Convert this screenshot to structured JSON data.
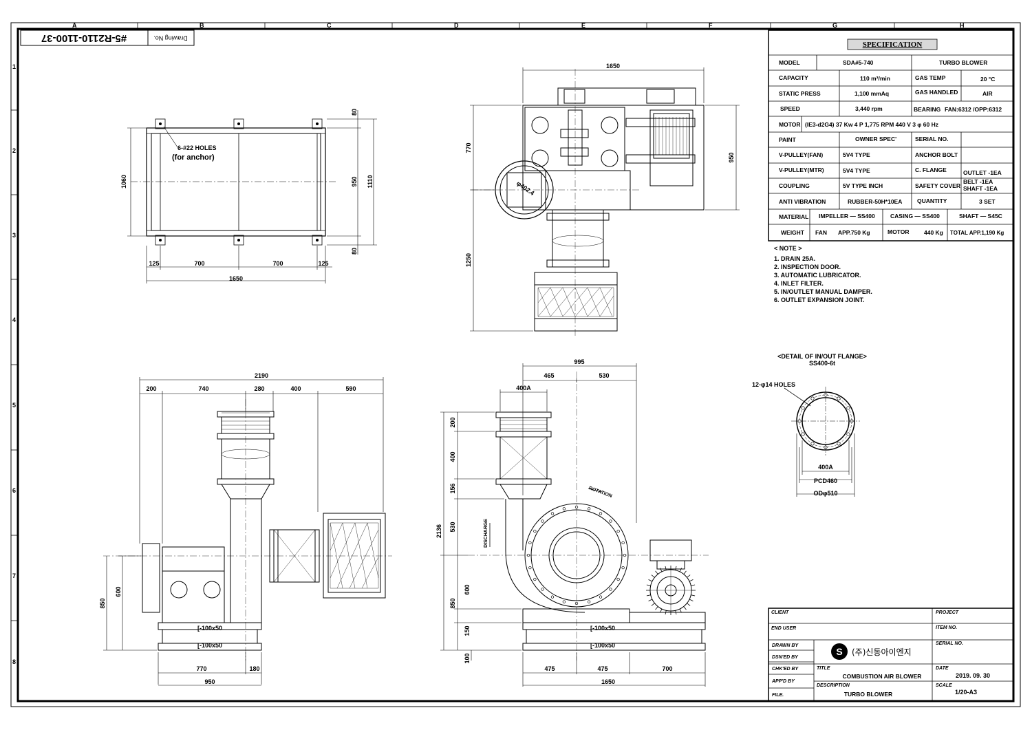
{
  "drawing": {
    "no_label": "Drawing No.",
    "no_value": "#5-R2110-1100-37"
  },
  "border": {
    "cols": [
      "A",
      "B",
      "C",
      "D",
      "E",
      "F",
      "G",
      "H"
    ],
    "rows": [
      "1",
      "2",
      "3",
      "4",
      "5",
      "6",
      "7",
      "8"
    ]
  },
  "spec": {
    "title": "SPECIFICATION",
    "model_label": "MODEL",
    "model_value": "SDA#5-740",
    "model_type": "TURBO BLOWER",
    "capacity_label": "CAPACITY",
    "capacity_value": "110  m³/min",
    "gas_temp_label": "GAS TEMP",
    "gas_temp_value": "20 °C",
    "static_label": "STATIC PRESS",
    "static_value": "1,100  mmAq",
    "gas_handled_label": "GAS HANDLED",
    "gas_handled_value": "AIR",
    "speed_label": "SPEED",
    "speed_value": "3,440  rpm",
    "bearing_label": "BEARING",
    "bearing_value": "FAN:6312 /OPP:6312",
    "motor_label": "MOTOR",
    "motor_value": "(IE3-d2G4)     37  Kw    4  P    1,775 RPM   440  V    3 φ    60 Hz",
    "paint_label": "PAINT",
    "paint_value": "OWNER SPEC'",
    "serial_label": "SERIAL NO.",
    "vpulley_fan_label": "V-PULLEY(FAN)",
    "vpulley_fan_value": "5V4 TYPE",
    "anchor_label": "ANCHOR BOLT",
    "vpulley_mtr_label": "V-PULLEY(MTR)",
    "vpulley_mtr_value": "5V4 TYPE",
    "cflange_label": "C. FLANGE",
    "cflange_value": "OUTLET -1EA",
    "coupling_label": "COUPLING",
    "coupling_value": "5V  TYPE     INCH",
    "safety_label": "SAFETY COVER",
    "safety_value1": "BELT -1EA",
    "safety_value2": "SHAFT -1EA",
    "antivib_label": "ANTI VIBRATION",
    "antivib_value": "RUBBER-50H*10EA",
    "quantity_label": "QUANTITY",
    "quantity_value": "3 SET",
    "material_label": "MATERIAL",
    "material_impeller": "IMPELLER — SS400",
    "material_casing": "CASING — SS400",
    "material_shaft": "SHAFT — S45C",
    "weight_label": "WEIGHT",
    "weight_fan_label": "FAN",
    "weight_fan_value": "APP.750  Kg",
    "weight_motor_label": "MOTOR",
    "weight_motor_value": "440 Kg",
    "weight_total": "TOTAL APP.1,190 Kg"
  },
  "notes": {
    "header": "< NOTE >",
    "items": [
      "1.  DRAIN  25A.",
      "2.  INSPECTION  DOOR.",
      "3.  AUTOMATIC  LUBRICATOR.",
      "4.  INLET  FILTER.",
      "5.  IN/OUTLET  MANUAL  DAMPER.",
      "6.  OUTLET  EXPANSION  JOINT."
    ]
  },
  "flange_detail": {
    "title": "<DETAIL OF IN/OUT FLANGE>",
    "subtitle": "SS400-6t",
    "holes": "12-φ14  HOLES",
    "inner": "400A",
    "pcd": "PCD460",
    "od": "ODφ510"
  },
  "base_view": {
    "holes": "6-#22  HOLES",
    "holes_note": "(for anchor)",
    "d_total_w": "1650",
    "d_seg1": "125",
    "d_seg2": "700",
    "d_seg3": "700",
    "d_seg4": "125",
    "d_h_left": "1060",
    "d_h_inner": "950",
    "d_h_total": "1110",
    "d_h_top": "80",
    "d_h_bot": "80"
  },
  "top_view": {
    "d_w": "1650",
    "d_h_upper": "770",
    "d_h_lower": "1250",
    "d_h_right": "950",
    "d_inlet": "φ402.4"
  },
  "side_view": {
    "d_total": "2190",
    "d_a": "200",
    "d_b": "740",
    "d_c": "280",
    "d_d": "400",
    "d_e": "590",
    "d_h1": "850",
    "d_h2": "600",
    "d_w1": "770",
    "d_w2": "180",
    "d_wt": "950",
    "ch1": "[-100x50",
    "ch2": "[-100x50"
  },
  "front_view": {
    "d_total": "995",
    "d_a": "465",
    "d_b": "530",
    "d_400a": "400A",
    "d_v1": "200",
    "d_v2": "400",
    "d_v3": "156",
    "d_v4": "530",
    "d_v5": "600",
    "d_v6": "150",
    "d_v7": "100",
    "d_vt1": "2136",
    "d_vt2": "850",
    "d_b1": "475",
    "d_b2": "475",
    "d_b3": "700",
    "d_bt": "1650",
    "discharge": "DISCHARGE",
    "rotation": "ROTATION",
    "ch1": "[-100x50",
    "ch2": "[-100x50"
  },
  "title_block": {
    "client": "CLIENT",
    "project": "PROJECT",
    "end_user": "END USER",
    "item_no": "ITEM NO.",
    "serial_no": "SERIAL NO.",
    "drawn": "DRAWN BY",
    "dsnd": "DSN'ED BY",
    "chkd": "CHK'ED BY",
    "appd": "APP'D BY",
    "file": "FILE.",
    "company": "(주)신동아이엔지",
    "title_label": "TITLE",
    "title_value": "COMBUSTION AIR BLOWER",
    "desc_label": "DESCRIPTION",
    "desc_value": "TURBO BLOWER",
    "date_label": "DATE",
    "date_value": "2019. 09. 30",
    "scale_label": "SCALE",
    "scale_value": "1/20-A3"
  }
}
